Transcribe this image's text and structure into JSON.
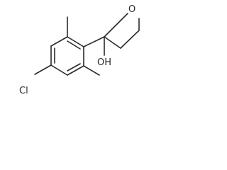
{
  "structure": {
    "atoms": {
      "oxygen": "O",
      "chlorine": "Cl",
      "hydroxyl": "OH"
    }
  }
}
